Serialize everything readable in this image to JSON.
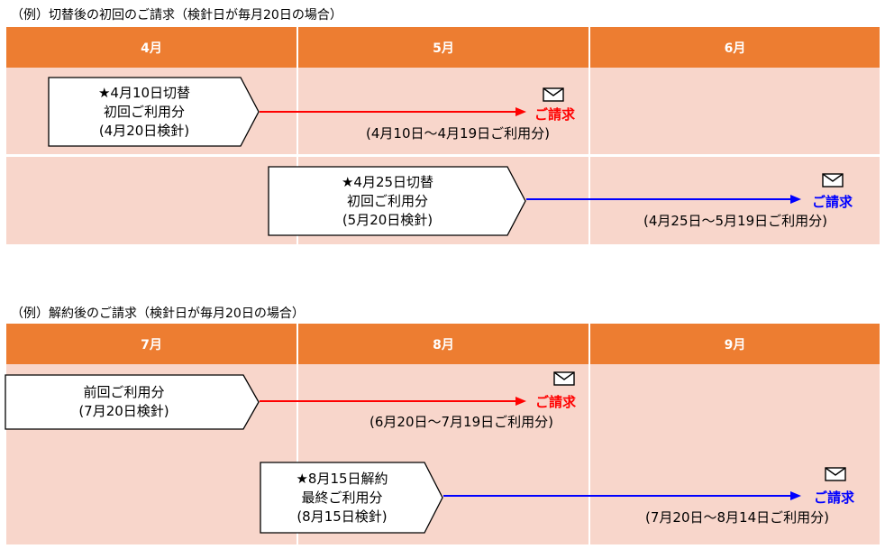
{
  "sections": [
    {
      "caption": "（例）切替後の初回のご請求（検針日が毎月20日の場合）",
      "months": [
        "4月",
        "5月",
        "6月"
      ],
      "rows": [
        {
          "callout_lines": [
            "★4月10日切替",
            "初回ご利用分",
            "(4月20日検針)"
          ],
          "arrow_color": "#ff0000",
          "billing_label": "ご請求",
          "period": "(4月10日～4月19日ご利用分)"
        },
        {
          "callout_lines": [
            "★4月25日切替",
            "初回ご利用分",
            "(5月20日検針)"
          ],
          "arrow_color": "#0000ff",
          "billing_label": "ご請求",
          "period": "(4月25日～5月19日ご利用分)"
        }
      ]
    },
    {
      "caption": "（例）解約後のご請求（検針日が毎月20日の場合）",
      "months": [
        "7月",
        "8月",
        "9月"
      ],
      "rows": [
        {
          "callout_lines": [
            "前回ご利用分",
            "(7月20日検針)"
          ],
          "arrow_color": "#ff0000",
          "billing_label": "ご請求",
          "period": "(6月20日～7月19日ご利用分)"
        },
        {
          "callout_lines": [
            "★8月15日解約",
            "最終ご利用分",
            "(8月15日検針)"
          ],
          "arrow_color": "#0000ff",
          "billing_label": "ご請求",
          "period": "(7月20日～8月14日ご利用分)"
        }
      ]
    }
  ],
  "colors": {
    "header": "#ed7d31",
    "band": "#f8d6cb",
    "red_arrow": "#ff0000",
    "blue_arrow": "#0000ff"
  },
  "icons": {
    "mail": "envelope-icon"
  }
}
